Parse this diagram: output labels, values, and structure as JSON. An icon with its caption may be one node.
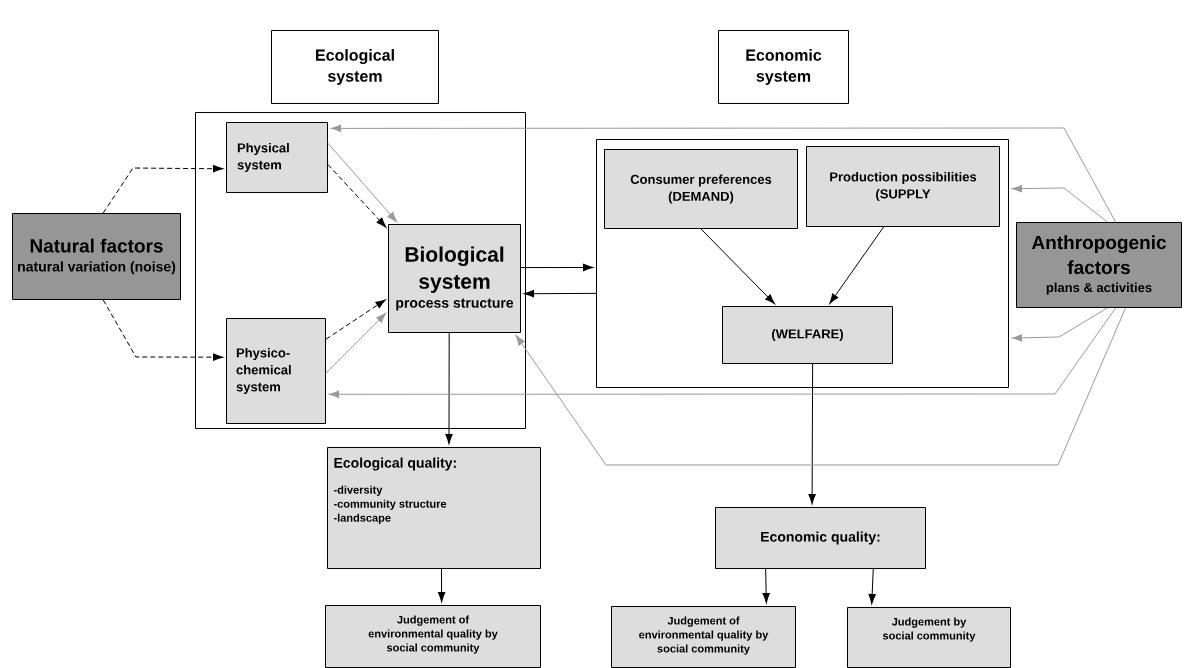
{
  "diagram": {
    "nodes": [
      {
        "text": [
          "Ecological system"
        ]
      },
      {
        "text": [
          "Economic system"
        ]
      },
      {
        "text": [
          "Natural factors",
          "natural variation (noise)"
        ]
      },
      {
        "text": [],
        "shape": "box"
      },
      {
        "text": [
          "Physical system"
        ],
        "in": 3
      },
      {
        "text": [
          "Physico-chemical system"
        ],
        "in": 3
      },
      {
        "text": [
          "Biological system",
          "process structure"
        ],
        "in": 3
      },
      {
        "text": [],
        "shape": "box"
      },
      {
        "text": [
          "Consumer preferences (DEMAND)"
        ],
        "in": 7
      },
      {
        "text": [
          "Production possibilities (SUPPLY"
        ],
        "in": 7
      },
      {
        "text": [
          "(WELFARE)"
        ],
        "in": 7
      },
      {
        "text": [
          "Anthropogenic factors",
          "plans & activities"
        ]
      },
      {
        "text": [
          "Ecological quality:",
          "-diversity",
          "-community structure",
          "-landscape"
        ]
      },
      {
        "text": [
          "Economic quality:"
        ]
      },
      {
        "text": [
          "Judgement of environmental quality by social community"
        ]
      },
      {
        "text": [
          "Judgement of environmental quality by social community"
        ]
      },
      {
        "text": [
          "Judgement by social community"
        ]
      }
    ],
    "edges": [
      {
        "from": 2,
        "to": 4,
        "arrow": "to",
        "style": "dashed"
      },
      {
        "from": 2,
        "to": 5,
        "arrow": "to",
        "style": "dashed"
      },
      {
        "from": 4,
        "to": 6,
        "arrow": "to",
        "style": "dashed"
      },
      {
        "from": 4,
        "to": 6,
        "arrow": "to",
        "color": "#999999"
      },
      {
        "from": 5,
        "to": 6,
        "arrow": "to",
        "style": "dashed"
      },
      {
        "from": 5,
        "to": 6,
        "arrow": "to",
        "color": "#999999"
      },
      {
        "from": 6,
        "to": 7,
        "arrow": "to"
      },
      {
        "from": 7,
        "to": 6,
        "arrow": "to"
      },
      {
        "from": 6,
        "to": 12,
        "arrow": "to"
      },
      {
        "from": 8,
        "to": 10,
        "arrow": "to"
      },
      {
        "from": 9,
        "to": 10,
        "arrow": "to"
      },
      {
        "from": 10,
        "to": 13,
        "arrow": "to"
      },
      {
        "from": 12,
        "to": 14,
        "arrow": "to"
      },
      {
        "from": 13,
        "to": 15,
        "arrow": "to"
      },
      {
        "from": 13,
        "to": 16,
        "arrow": "to"
      },
      {
        "from": 11,
        "to": 4,
        "arrow": "to",
        "color": "#999999"
      },
      {
        "from": 11,
        "to": 7,
        "arrow": "to",
        "color": "#999999"
      },
      {
        "from": 11,
        "to": 7,
        "arrow": "to",
        "color": "#999999"
      },
      {
        "from": 11,
        "to": 5,
        "arrow": "to",
        "color": "#999999"
      },
      {
        "from": 11,
        "to": 6,
        "arrow": "to",
        "color": "#999999"
      }
    ]
  }
}
